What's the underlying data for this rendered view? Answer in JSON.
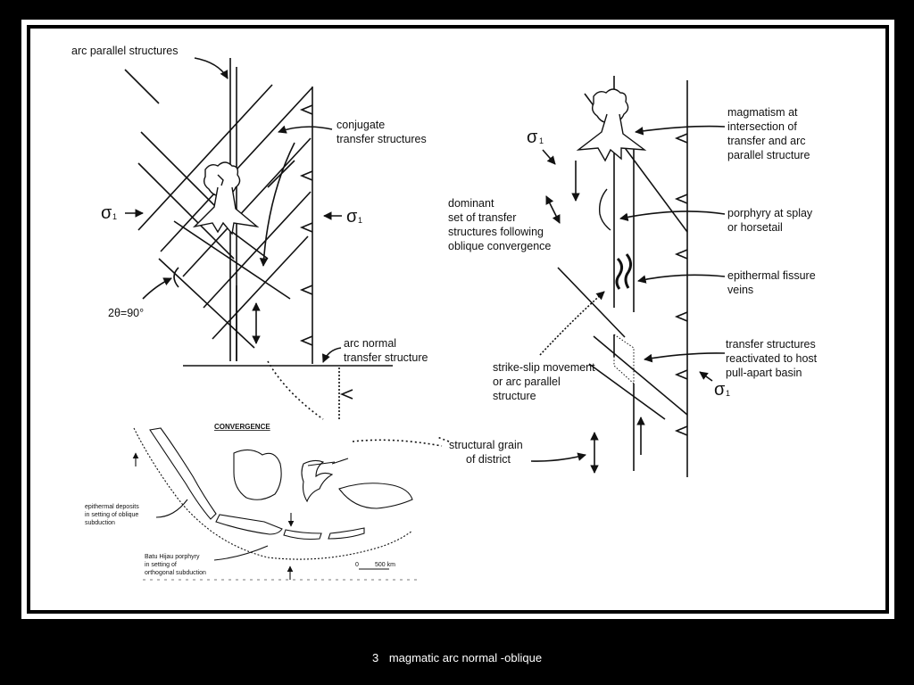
{
  "slide": {
    "number": "3",
    "caption": "magmatic arc normal -oblique"
  },
  "left_diagram": {
    "arc_parallel_label": "arc parallel structures",
    "conjugate_label": [
      "conjugate",
      "transfer structures"
    ],
    "sigma_left": "σ",
    "sigma_left_sub": "1",
    "sigma_right": "σ",
    "sigma_right_sub": "1",
    "angle_label": "2θ=90°",
    "arc_normal_label": [
      "arc normal",
      "transfer structure"
    ]
  },
  "map_inset": {
    "title": "CONVERGENCE",
    "epithermal_note": [
      "epithermal deposits",
      "in setting of oblique",
      "subduction"
    ],
    "porphyry_note": [
      "Batu Hijau porphyry",
      "in setting of",
      "orthogonal subduction"
    ],
    "scale_zero": "0",
    "scale_label": "500 km"
  },
  "right_diagram": {
    "sigma_top": "σ",
    "sigma_top_sub": "1",
    "sigma_bottom": "σ",
    "sigma_bottom_sub": "1",
    "magmatism_label": [
      "magmatism at",
      "intersection of",
      "transfer and arc",
      "parallel structure"
    ],
    "dominant_label": [
      "dominant",
      "set of transfer",
      "structures following",
      "oblique convergence"
    ],
    "porphyry_label": [
      "porphyry at splay",
      "or horsetail"
    ],
    "epithermal_label": [
      "epithermal fissure",
      "veins"
    ],
    "reactivated_label": [
      "transfer structures",
      "reactivated to host",
      "pull-apart basin"
    ],
    "strike_slip_label": [
      "strike-slip movement",
      "or arc parallel",
      "structure"
    ],
    "grain_label": [
      "structural grain",
      "of district"
    ]
  }
}
